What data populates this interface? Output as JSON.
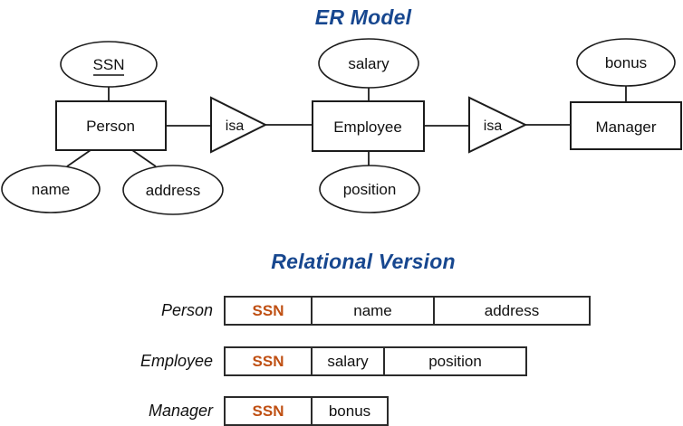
{
  "colors": {
    "title_blue": "#17478F",
    "primary_key_orange": "#BF4F12",
    "line_black": "#1C1C1C",
    "text_black": "#111111"
  },
  "er": {
    "title": "ER Model",
    "entities": {
      "person": "Person",
      "employee": "Employee",
      "manager": "Manager"
    },
    "attributes": {
      "ssn": "SSN",
      "name": "name",
      "address": "address",
      "salary": "salary",
      "position": "position",
      "bonus": "bonus"
    },
    "isa1": "isa",
    "isa2": "isa"
  },
  "relational": {
    "title": "Relational Version",
    "rows": [
      {
        "label": "Person",
        "cells": [
          "SSN",
          "name",
          "address"
        ]
      },
      {
        "label": "Employee",
        "cells": [
          "SSN",
          "salary",
          "position"
        ]
      },
      {
        "label": "Manager",
        "cells": [
          "SSN",
          "bonus"
        ]
      }
    ]
  }
}
